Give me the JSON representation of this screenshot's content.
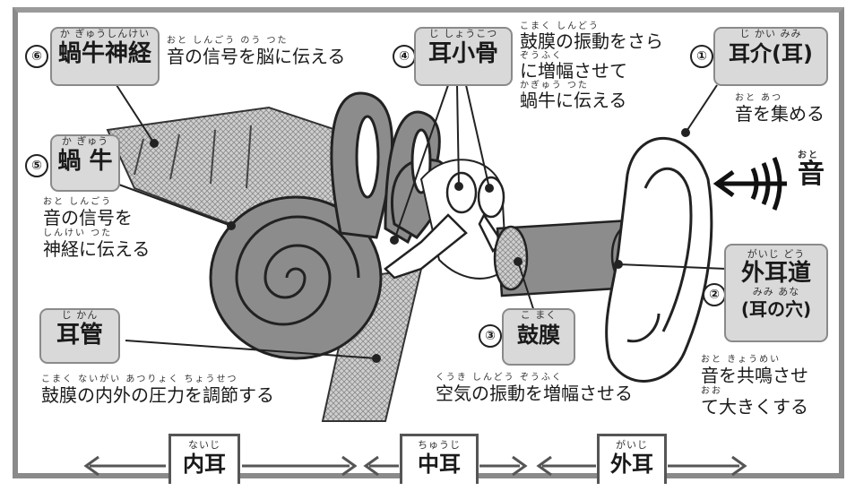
{
  "labels": [
    {
      "num": "⑥",
      "ruby": "か ぎゅうしんけい",
      "term": "蝸牛神経"
    },
    {
      "num": "④",
      "ruby": "じ しょうこつ",
      "term": "耳小骨"
    },
    {
      "num": "①",
      "ruby": "じ かい みみ",
      "term": "耳介(耳)"
    },
    {
      "num": "⑤",
      "ruby": "か ぎゅう",
      "term": "蝸 牛"
    },
    {
      "num": "②",
      "ruby": "がいじ どう",
      "term": "外耳道",
      "ruby2": "みみ あな",
      "term2": "(耳の穴)"
    },
    {
      "num": "③",
      "ruby": "こ まく",
      "term": "鼓膜"
    },
    {
      "ruby": "じ かん",
      "term": "耳管"
    }
  ],
  "descriptions": {
    "nerve": {
      "ruby": "おと しんごう のう つた",
      "text": "音の信号を脳に伝える"
    },
    "ossicles": {
      "ruby1": "こまく しんどう",
      "line1": "鼓膜の振動をさら",
      "ruby2": "ぞうふく",
      "line2": "に増幅させて",
      "ruby3": "かぎゅう つた",
      "line3": "蝸牛に伝える"
    },
    "pinna": {
      "ruby": "おと あつ",
      "text": "音を集める"
    },
    "cochlea": {
      "ruby1": "おと しんごう",
      "line1": "音の信号を",
      "ruby2": "しんけい つた",
      "line2": "神経に伝える"
    },
    "canal": {
      "ruby1": "おと きょうめい",
      "line1": "音を共鳴させ",
      "ruby2": "おお",
      "line2": "て大きくする"
    },
    "eardrum": {
      "ruby": "くうき しんどう ぞうふく",
      "text": "空気の振動を増幅させる"
    },
    "tube": {
      "ruby": "こまく ないがい あつりょく ちょうせつ",
      "text": "鼓膜の内外の圧力を調節する"
    },
    "sound": {
      "ruby": "おと",
      "text": "音"
    }
  },
  "sections": [
    {
      "ruby": "ないじ",
      "term": "内耳"
    },
    {
      "ruby": "ちゅうじ",
      "term": "中耳"
    },
    {
      "ruby": "がいじ",
      "term": "外耳"
    }
  ]
}
